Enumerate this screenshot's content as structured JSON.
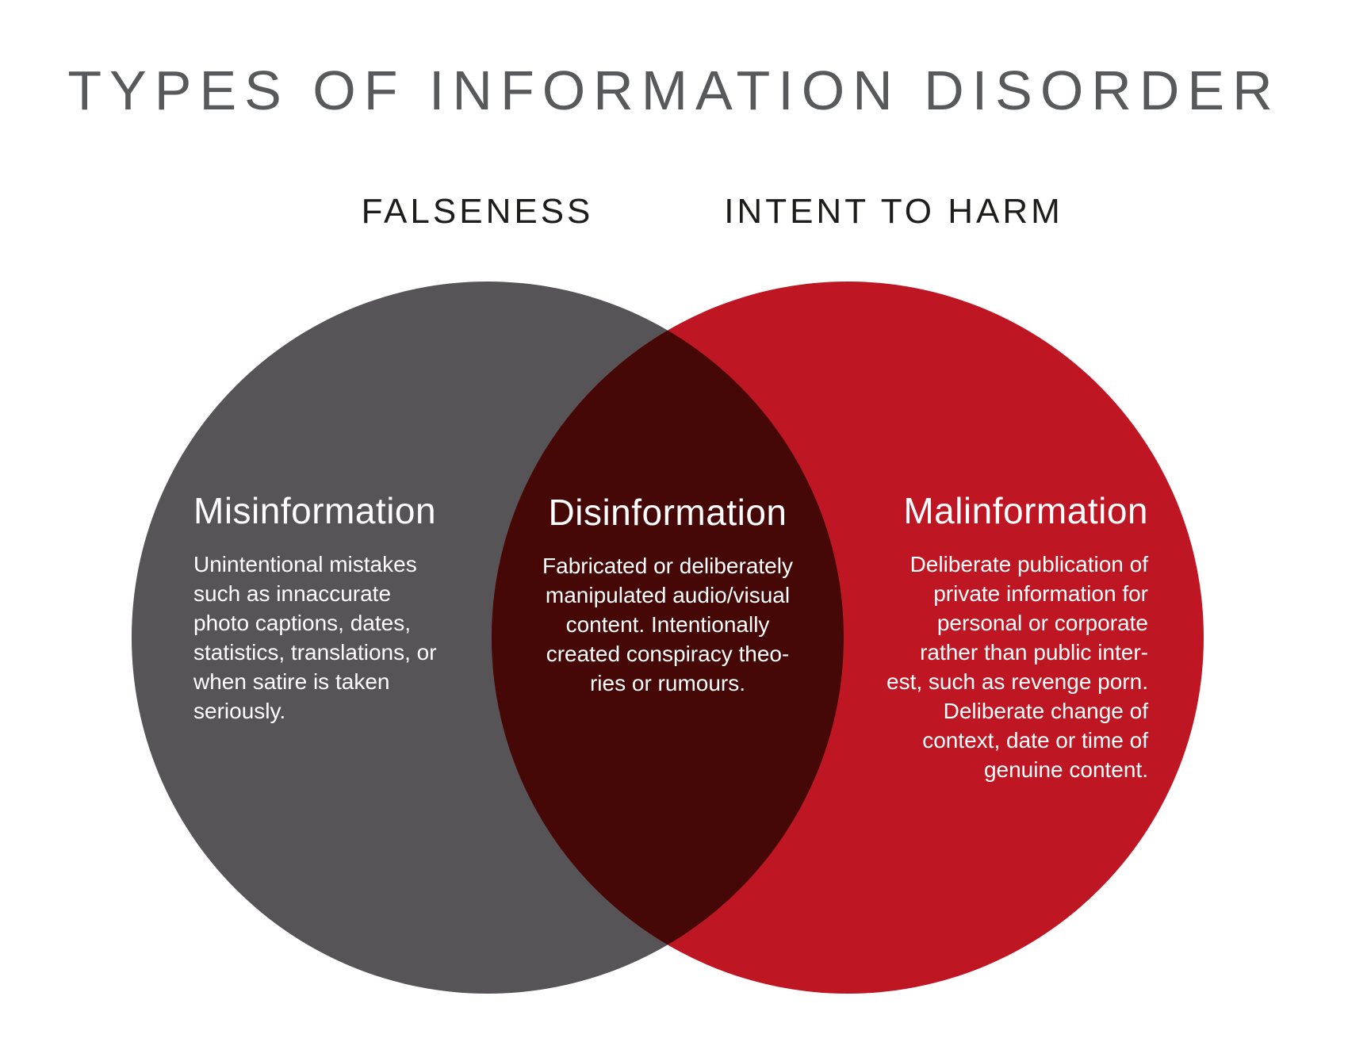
{
  "title": "TYPES OF INFORMATION DISORDER",
  "diagram": {
    "left_label": "FALSENESS",
    "right_label": "INTENT TO HARM",
    "colors": {
      "left_circle": "#565456",
      "right_circle": "#be1622",
      "overlap": "#450806",
      "title_text": "#58595b",
      "subtitle_text": "#1d1d1b",
      "circle_text": "#ffffff"
    },
    "regions": [
      {
        "heading": "Misinformation",
        "body": "Unintentional mistakes\nsuch as innaccurate\nphoto captions, dates,\nstatistics, translations, or\nwhen satire is taken\nseriously."
      },
      {
        "heading": "Disinformation",
        "body": "Fabricated or deliberately\nmanipulated audio/visual\ncontent. Intentionally\ncreated conspiracy theo-\nries or rumours."
      },
      {
        "heading": "Malinformation",
        "body": "Deliberate publication of\nprivate information for\npersonal or corporate\nrather than public inter-\nest, such as revenge porn.\nDeliberate change of\ncontext, date or time of\ngenuine content."
      }
    ]
  }
}
